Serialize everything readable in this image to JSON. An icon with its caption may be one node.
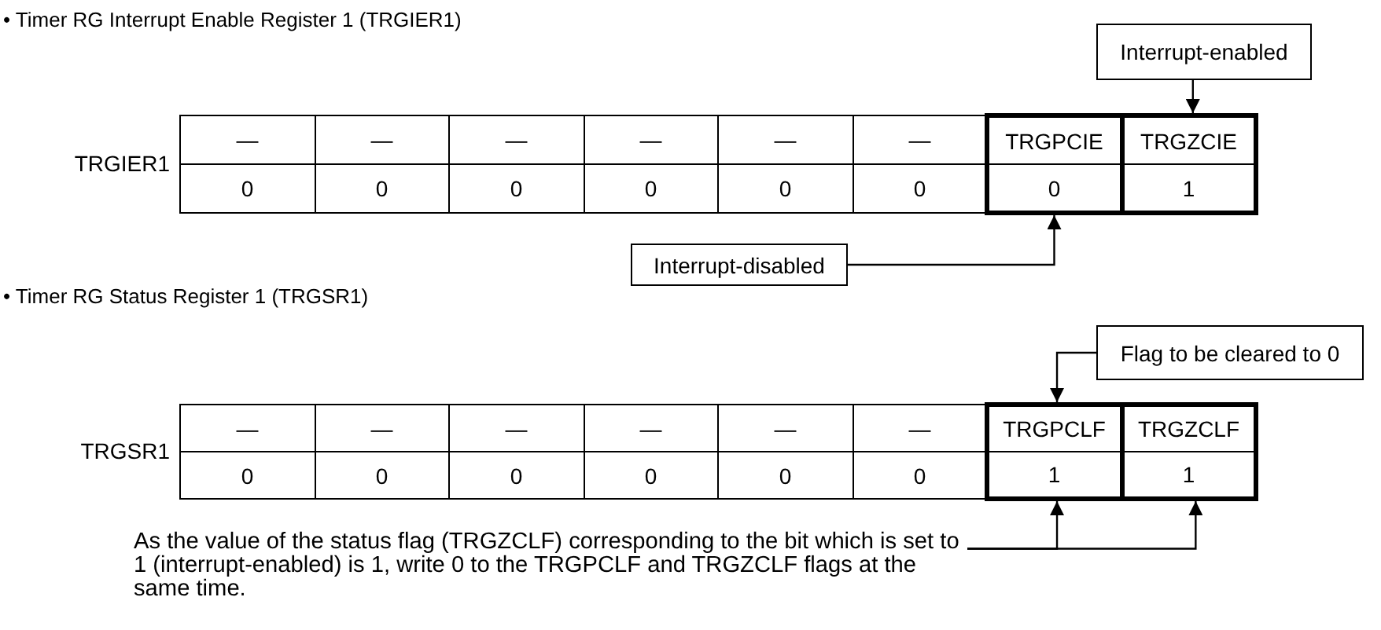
{
  "diagram": {
    "nodes": [
      {
        "text": [
          "Interrupt-enabled"
        ]
      },
      {
        "text": [
          "TRGPCIE",
          "0"
        ]
      },
      {
        "text": [
          "TRGZCIE",
          "1"
        ]
      },
      {
        "text": [
          "Interrupt-disabled"
        ]
      },
      {
        "text": [
          "Flag to be cleared to 0"
        ]
      },
      {
        "text": [
          "TRGPCLF",
          "1"
        ]
      },
      {
        "text": [
          "TRGZCLF",
          "1"
        ]
      },
      {
        "text": [
          "As the value of the status flag (TRGZCLF) corresponding to the bit which is set to 1 (interrupt-enabled) is 1, write 0 to the TRGPCLF and TRGZCLF flags at the same time."
        ]
      }
    ],
    "edges": [
      {
        "from": 0,
        "to": 2,
        "arrow": "to"
      },
      {
        "from": 3,
        "to": 1,
        "arrow": "to"
      },
      {
        "from": 4,
        "to": 5,
        "arrow": "to"
      },
      {
        "from": 7,
        "to": 5,
        "arrow": "to"
      },
      {
        "from": 7,
        "to": 6,
        "arrow": "to"
      }
    ],
    "labels": [
      "• Timer RG Interrupt Enable Register 1 (TRGIER1)",
      "TRGIER1",
      "—",
      "—",
      "—",
      "—",
      "—",
      "—",
      "0",
      "0",
      "0",
      "0",
      "0",
      "0",
      "• Timer RG Status Register 1 (TRGSR1)",
      "TRGSR1",
      "—",
      "—",
      "—",
      "—",
      "—",
      "—",
      "0",
      "0",
      "0",
      "0",
      "0",
      "0"
    ]
  }
}
